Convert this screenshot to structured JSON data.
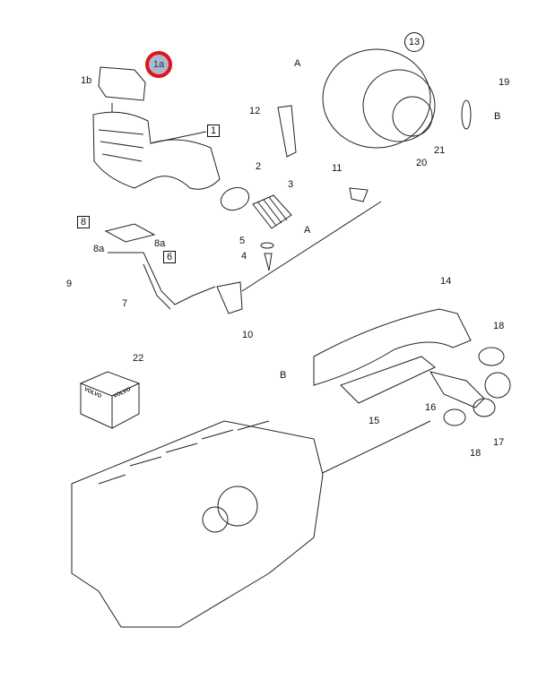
{
  "diagram": {
    "highlighted_part": "1a",
    "highlight_color": "#e0141c",
    "labels": {
      "p1a": "1a",
      "p1b": "1b",
      "p1": "1",
      "p2": "2",
      "p3": "3",
      "p4": "4",
      "p5": "5",
      "a1": "A",
      "p6": "6",
      "p7": "7",
      "p8": "8",
      "p8a_left": "8a",
      "p8a_right": "8a",
      "p9": "9",
      "p10": "10",
      "p11": "11",
      "p12": "12",
      "p13": "13",
      "a2": "A",
      "p19": "19",
      "b1": "B",
      "p20": "20",
      "p21": "21",
      "p22": "22",
      "p14": "14",
      "p18_top": "18",
      "p18_bottom": "18",
      "b2": "B",
      "p15": "15",
      "p16": "16",
      "p17": "17"
    },
    "box_brand": "VOLVO"
  }
}
